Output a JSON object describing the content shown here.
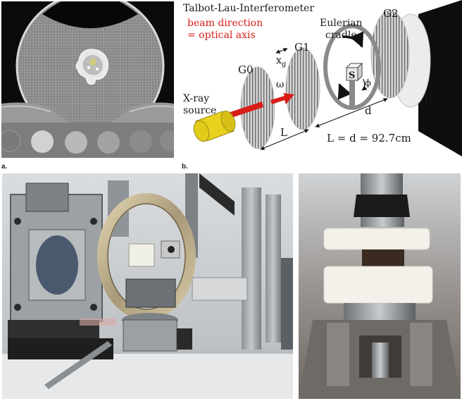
{
  "panel_a": {
    "label": "a."
  },
  "panel_b": {
    "label": "b.",
    "title": "Talbot-Lau-Interferometer",
    "beam_line1": "beam direction",
    "beam_line2": "= optical axis",
    "cradle_line1": "Eulerian",
    "cradle_line2": "cradle",
    "source_line1": "X-ray",
    "source_line2": "source",
    "g0": "G0",
    "g1": "G1",
    "g2": "G2",
    "xg": "x",
    "xg_sub": "g",
    "omega": "ω",
    "sample": "S",
    "phi": "ϕ",
    "d": "d",
    "detector": "D",
    "L": "L",
    "equation": "L = d = 92.7cm",
    "colors": {
      "beam": "#d91e18",
      "source": "#e8d21d",
      "grating": "#cfcfcf"
    }
  }
}
